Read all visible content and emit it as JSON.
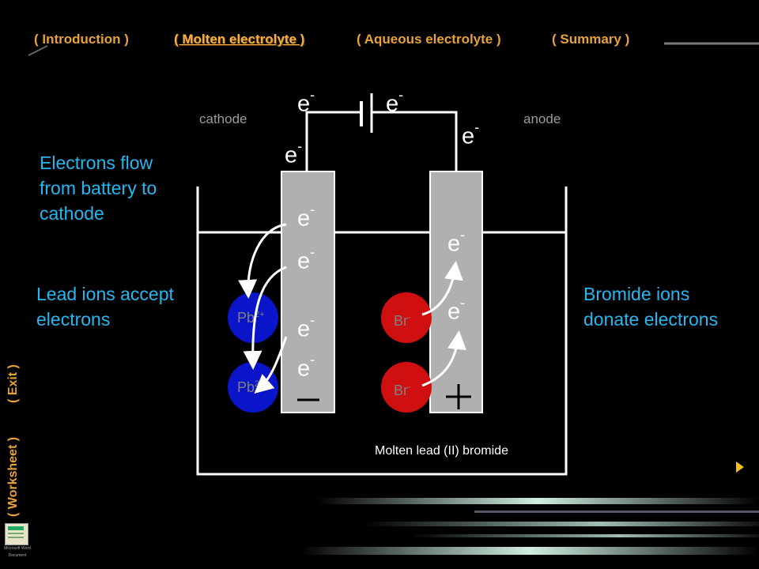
{
  "nav": {
    "introduction": "( Introduction )",
    "molten": "( Molten electrolyte )",
    "aqueous": "( Aqueous electrolyte )",
    "summary": "( Summary )",
    "worksheet": "( Worksheet )",
    "exit": "( Exit )"
  },
  "diagram": {
    "cathode_label": "cathode",
    "anode_label": "anode",
    "electron": "e",
    "electron_charge": "-",
    "lead_ion": "Pb",
    "lead_charge": "2+",
    "bromide_ion": "Br",
    "bromide_charge": "-",
    "electrolyte_label": "Molten lead (II) bromide",
    "cathode_sign": "−",
    "anode_sign": "+"
  },
  "notes": {
    "battery_flow": [
      "Electrons flow",
      "from battery to",
      "cathode"
    ],
    "lead_accept": [
      "Lead ions accept",
      "electrons"
    ],
    "bromide_donate": [
      "Bromide ions",
      "donate electrons"
    ]
  },
  "icons": {
    "next": "next-arrow-icon",
    "document": "word-document-icon"
  },
  "colors": {
    "nav": "#e8a23c",
    "note": "#27b7f0",
    "lead_ion": "#0a14c8",
    "bromide_ion": "#d01010",
    "electrode": "#b0b0b0",
    "next_arrow": "#f0c020"
  },
  "document_icon_caption": [
    "Microsoft Word",
    "Document"
  ]
}
